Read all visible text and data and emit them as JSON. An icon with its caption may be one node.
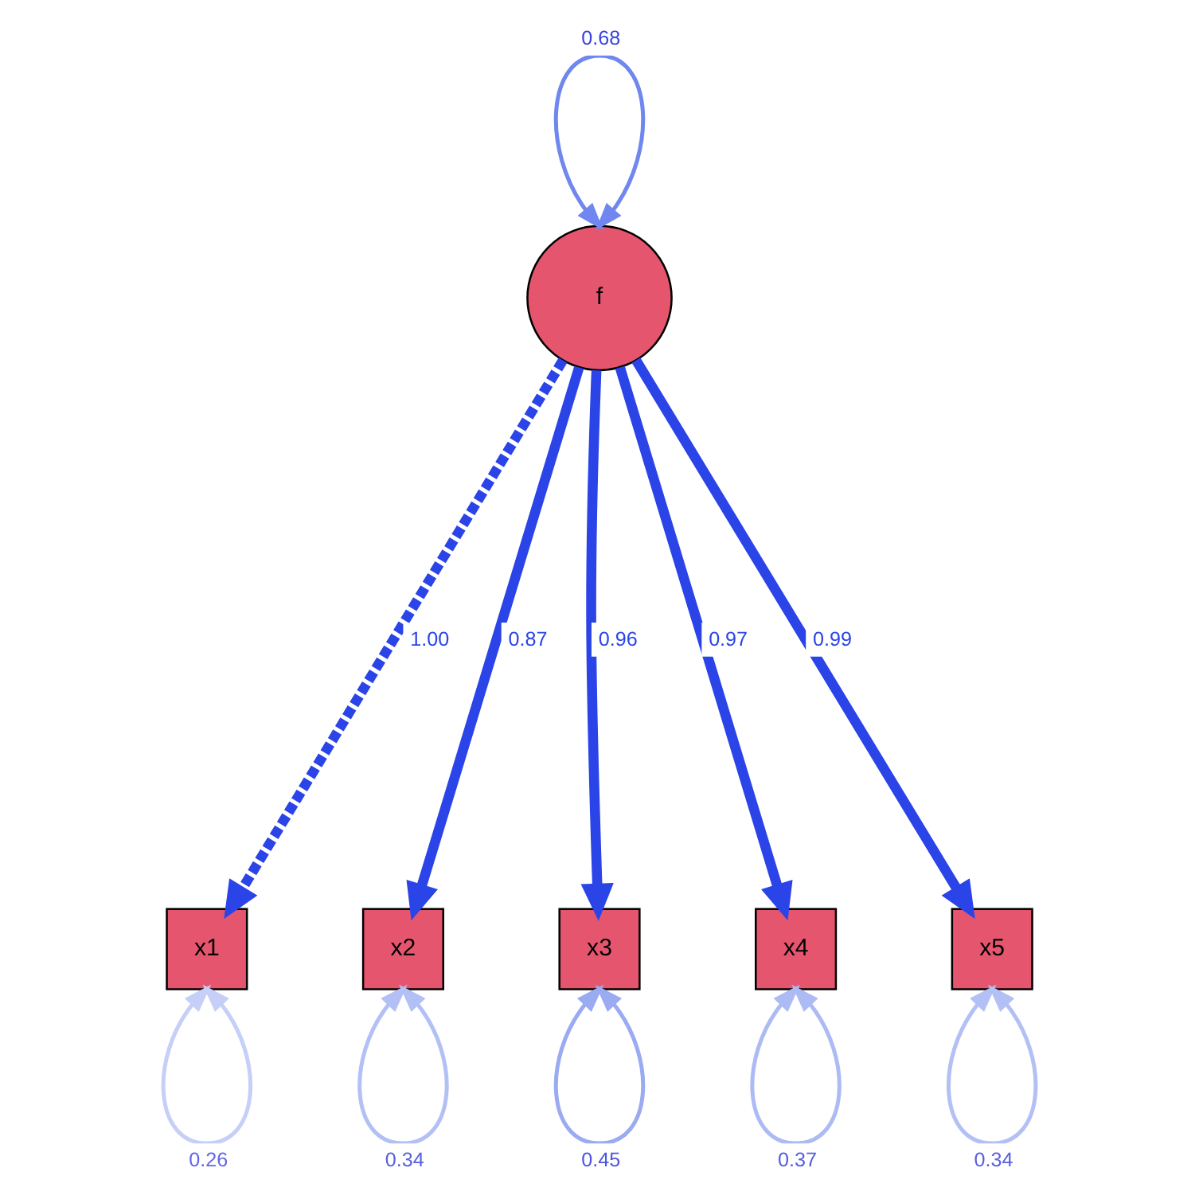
{
  "diagram": {
    "nodes": [
      {
        "text": [
          "f"
        ]
      },
      {
        "text": [
          "x1"
        ]
      },
      {
        "text": [
          "x2"
        ]
      },
      {
        "text": [
          "x3"
        ]
      },
      {
        "text": [
          "x4"
        ]
      },
      {
        "text": [
          "x5"
        ]
      }
    ],
    "edges": [
      {
        "from": 0,
        "to": 0,
        "arrow": "both",
        "label": "0.68",
        "color": "#6f87ee"
      },
      {
        "from": 0,
        "to": 1,
        "arrow": "to",
        "label": "1.00",
        "style": "dashed"
      },
      {
        "from": 0,
        "to": 2,
        "arrow": "to",
        "label": "0.87",
        "style": "thick"
      },
      {
        "from": 0,
        "to": 3,
        "arrow": "to",
        "label": "0.96",
        "style": "thick"
      },
      {
        "from": 0,
        "to": 4,
        "arrow": "to",
        "label": "0.97",
        "style": "thick"
      },
      {
        "from": 0,
        "to": 5,
        "arrow": "to",
        "label": "0.99",
        "style": "thick"
      },
      {
        "from": 1,
        "to": 1,
        "arrow": "both",
        "label": "0.26",
        "color": "#c5cff8"
      },
      {
        "from": 2,
        "to": 2,
        "arrow": "both",
        "label": "0.34",
        "color": "#b3c0f5"
      },
      {
        "from": 3,
        "to": 3,
        "arrow": "both",
        "label": "0.45",
        "color": "#9aabf2"
      },
      {
        "from": 4,
        "to": 4,
        "arrow": "both",
        "label": "0.37",
        "color": "#adbbf4"
      },
      {
        "from": 5,
        "to": 5,
        "arrow": "both",
        "label": "0.34",
        "color": "#b3c0f5"
      }
    ]
  }
}
